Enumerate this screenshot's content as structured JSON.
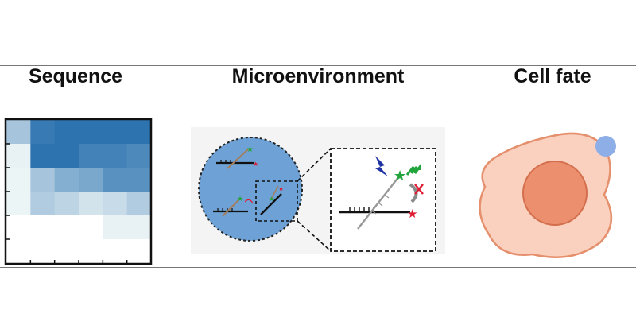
{
  "headings": {
    "sequence": "Sequence",
    "microenvironment": "Microenvironment",
    "cell_fate": "Cell fate"
  },
  "colors": {
    "heatmap_dark": "#1764a8",
    "heatmap_light": "#f3f9f8",
    "micro_circle": "#6ea2d6",
    "cell_membrane": "#fad1bf",
    "cell_outline": "#e58f6d",
    "nucleus": "#ec8f6e",
    "bead": "#8daee6",
    "star_red": "#dd1b32",
    "star_green": "#21a43c",
    "bolt_blue": "#1f33a3"
  },
  "heatmap": {
    "rows": 6,
    "cols": 6,
    "intensity": [
      [
        0.35,
        0.85,
        0.9,
        0.9,
        0.9,
        0.9
      ],
      [
        0.05,
        0.9,
        0.9,
        0.8,
        0.8,
        0.75
      ],
      [
        0.03,
        0.35,
        0.5,
        0.55,
        0.7,
        0.7
      ],
      [
        0.03,
        0.3,
        0.25,
        0.15,
        0.2,
        0.3
      ],
      [
        0.0,
        0.0,
        0.0,
        0.0,
        0.05,
        0.05
      ],
      [
        0.0,
        0.0,
        0.0,
        0.0,
        0.0,
        0.0
      ]
    ]
  }
}
